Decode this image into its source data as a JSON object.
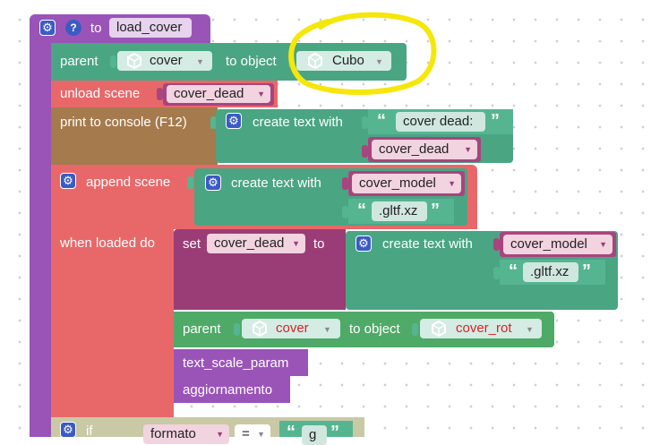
{
  "procedure": {
    "label": "to",
    "name": "load_cover"
  },
  "parent1": {
    "label": "parent",
    "child": "cover",
    "to_label": "to object",
    "target": "Cubo"
  },
  "unload": {
    "label": "unload scene",
    "var": "cover_dead"
  },
  "print": {
    "label": "print to console (F12)",
    "create_label": "create text with",
    "string": "cover dead:",
    "var": "cover_dead"
  },
  "append": {
    "label": "append scene",
    "create_label": "create text with",
    "var": "cover_model",
    "string": ".gltf.xz",
    "loaded_label": "when loaded do"
  },
  "set": {
    "label": "set",
    "var": "cover_dead",
    "to_label": "to",
    "create_label": "create text with",
    "value_var": "cover_model",
    "string": ".gltf.xz"
  },
  "parent2": {
    "label": "parent",
    "child": "cover",
    "to_label": "to object",
    "target": "cover_rot"
  },
  "calls": {
    "first": "text_scale_param",
    "second": "aggiornamento"
  },
  "if_block": {
    "label": "if",
    "var": "formato",
    "op": "=",
    "string": "g"
  },
  "colors": {
    "procedure": "#9a54b8",
    "object": "#4aa583",
    "scene": "#e8686a",
    "console": "#a57a4c",
    "variable": "#a8447e",
    "highlight": "#f5e70a"
  }
}
